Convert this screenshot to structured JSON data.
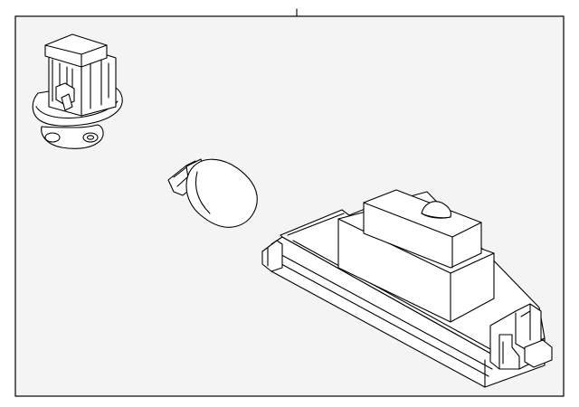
{
  "diagram": {
    "background_color": "#ffffff",
    "panel_color": "#f4f4f4",
    "line_color": "#000000",
    "parts": [
      {
        "id": "socket",
        "icon": "bulb-socket-icon"
      },
      {
        "id": "bulb",
        "icon": "wedge-bulb-icon"
      },
      {
        "id": "lamp",
        "icon": "license-lamp-housing-icon"
      }
    ]
  }
}
